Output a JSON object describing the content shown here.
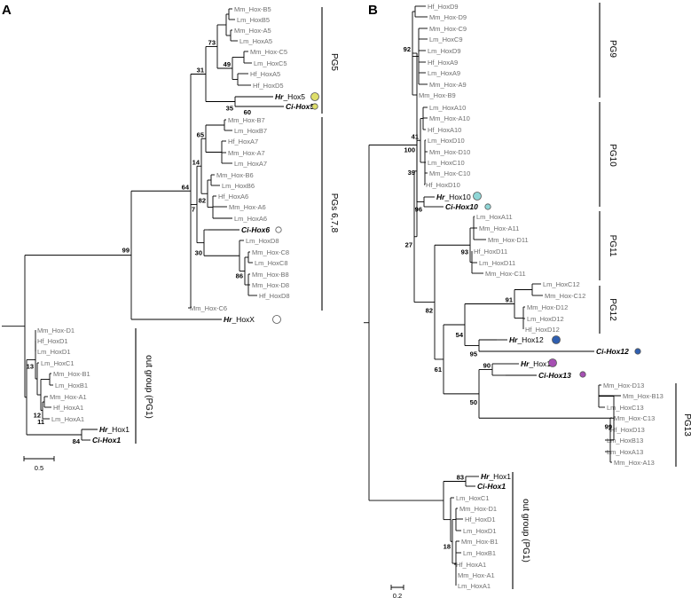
{
  "panels": {
    "a": {
      "letter": "A",
      "scale_label": "0.5",
      "groups": [
        "PG5",
        "PGs 6,7,8",
        "out group (PG1)"
      ],
      "taxa": [
        "Mm_Hox-B5",
        "Lm_HoxB5",
        "Mm_Hox-A5",
        "Lm_HoxA5",
        "Mm_Hox-C5",
        "Lm_HoxC5",
        "Hf_HoxA5",
        "Hf_HoxD5",
        "Hr_Hox5",
        "Ci-Hox5",
        "Mm_Hox-B7",
        "Lm_HoxB7",
        "Hf_HoxA7",
        "Mm_Hox-A7",
        "Lm_HoxA7",
        "Mm_Hox-B6",
        "Lm_HoxB6",
        "Hf_HoxA6",
        "Mm_Hox-A6",
        "Lm_HoxA6",
        "Ci-Hox6",
        "Lm_HoxD8",
        "Mm_Hox-C8",
        "Lm_HoxC8",
        "Mm_Hox-B8",
        "Mm_Hox-D8",
        "Hf_HoxD8",
        "Mm_Hox-C6",
        "Hr_HoxX",
        "Mm_Hox-D1",
        "Hf_HoxD1",
        "Lm_HoxD1",
        "Lm_HoxC1",
        "Mm_Hox-B1",
        "Lm_HoxB1",
        "Mm_Hox-A1",
        "Hf_HoxA1",
        "Lm_HoxA1",
        "Hr_Hox1",
        "Ci-Hox1"
      ],
      "bootstrap": [
        "49",
        "73",
        "35",
        "60",
        "31",
        "14",
        "65",
        "7",
        "82",
        "30",
        "86",
        "64",
        "99",
        "13",
        "12",
        "11",
        "84"
      ]
    },
    "b": {
      "letter": "B",
      "scale_label": "0.2",
      "groups": [
        "PG9",
        "PG10",
        "PG11",
        "PG12",
        "PG13",
        "out group (PG1)"
      ],
      "taxa": [
        "Hf_HoxD9",
        "Mm_Hox-D9",
        "Mm_Hox-C9",
        "Lm_HoxC9",
        "Lm_HoxD9",
        "Hf_HoxA9",
        "Lm_HoxA9",
        "Mm_Hox-A9",
        "Mm_Hox-B9",
        "Lm_HoxA10",
        "Mm_Hox-A10",
        "Hf_HoxA10",
        "Lm_HoxD10",
        "Mm_Hox-D10",
        "Lm_HoxC10",
        "Mm_Hox-C10",
        "Hf_HoxD10",
        "Hr_Hox10",
        "Ci-Hox10",
        "Lm_HoxA11",
        "Mm_Hox-A11",
        "Mm_Hox-D11",
        "Hf_HoxD11",
        "Lm_HoxD11",
        "Mm_Hox-C11",
        "Lm_HoxC12",
        "Mm_Hox-C12",
        "Mm_Hox-D12",
        "Lm_HoxD12",
        "Hf_HoxD12",
        "Hr_Hox12",
        "Ci-Hox12",
        "Hr_Hox13",
        "Ci-Hox13",
        "Mm_Hox-D13",
        "Mm_Hox-B13",
        "Lm_HoxC13",
        "Mm_Hox-C13",
        "Hf_HoxD13",
        "Lm_HoxB13",
        "Lm_HoxA13",
        "Mm_Hox-A13",
        "Hr_Hox1",
        "Ci-Hox1",
        "Lm_HoxC1",
        "Mm_Hox-D1",
        "Hf_HoxD1",
        "Lm_HoxD1",
        "Mm_Hox-B1",
        "Lm_HoxB1",
        "Hf_HoxA1",
        "Mm_Hox-A1",
        "Lm_HoxA1"
      ],
      "bootstrap": [
        "92",
        "100",
        "41",
        "39",
        "96",
        "27",
        "93",
        "91",
        "54",
        "95",
        "82",
        "90",
        "61",
        "50",
        "99",
        "83",
        "18"
      ]
    }
  },
  "colors": {
    "hox5": "#dede6a",
    "hox10": "#8fd6d6",
    "hox12": "#2f5fb0",
    "hox13": "#a64fb3"
  }
}
